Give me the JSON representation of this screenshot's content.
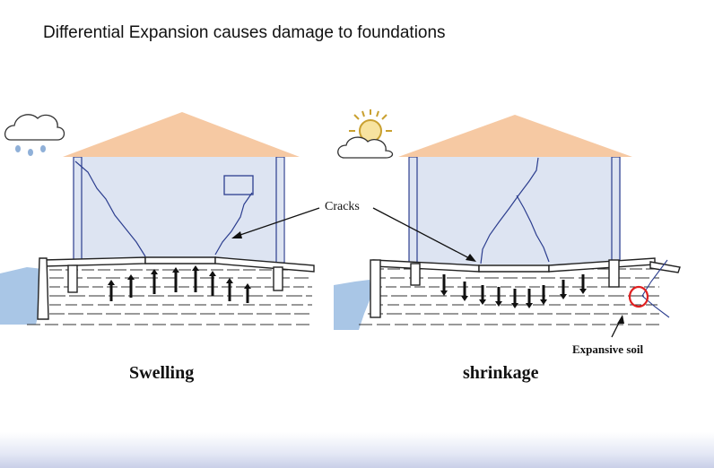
{
  "page": {
    "title": "Differential Expansion causes damage to foundations"
  },
  "diagram": {
    "cracks_label": "Cracks",
    "swelling_label": "Swelling",
    "shrinkage_label": "shrinkage",
    "expansive_soil_label": "Expansive soil",
    "colors": {
      "roof": "#f6c9a3",
      "wall": "#dde4f2",
      "water": "#a9c6e6",
      "soil_lines": "#222222",
      "crack": "#2c3e8f",
      "circle": "#e02020"
    },
    "icons": {
      "left_weather": "rain-cloud-icon",
      "right_weather": "sun-cloud-icon"
    }
  }
}
